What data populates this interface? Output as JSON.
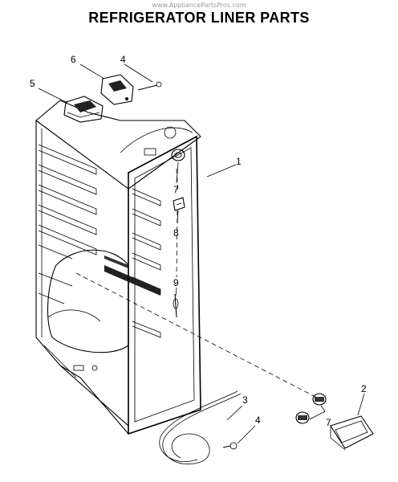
{
  "watermark": "www.AppliancePartsPros.com",
  "title": "REFRIGERATOR LINER PARTS",
  "callouts": {
    "c1": "1",
    "c2": "2",
    "c3": "3",
    "c4_top": "4",
    "c4_bottom": "4",
    "c5": "5",
    "c6": "6",
    "c7_upper": "7",
    "c7_lower": "7",
    "c8": "8",
    "c9": "9"
  }
}
